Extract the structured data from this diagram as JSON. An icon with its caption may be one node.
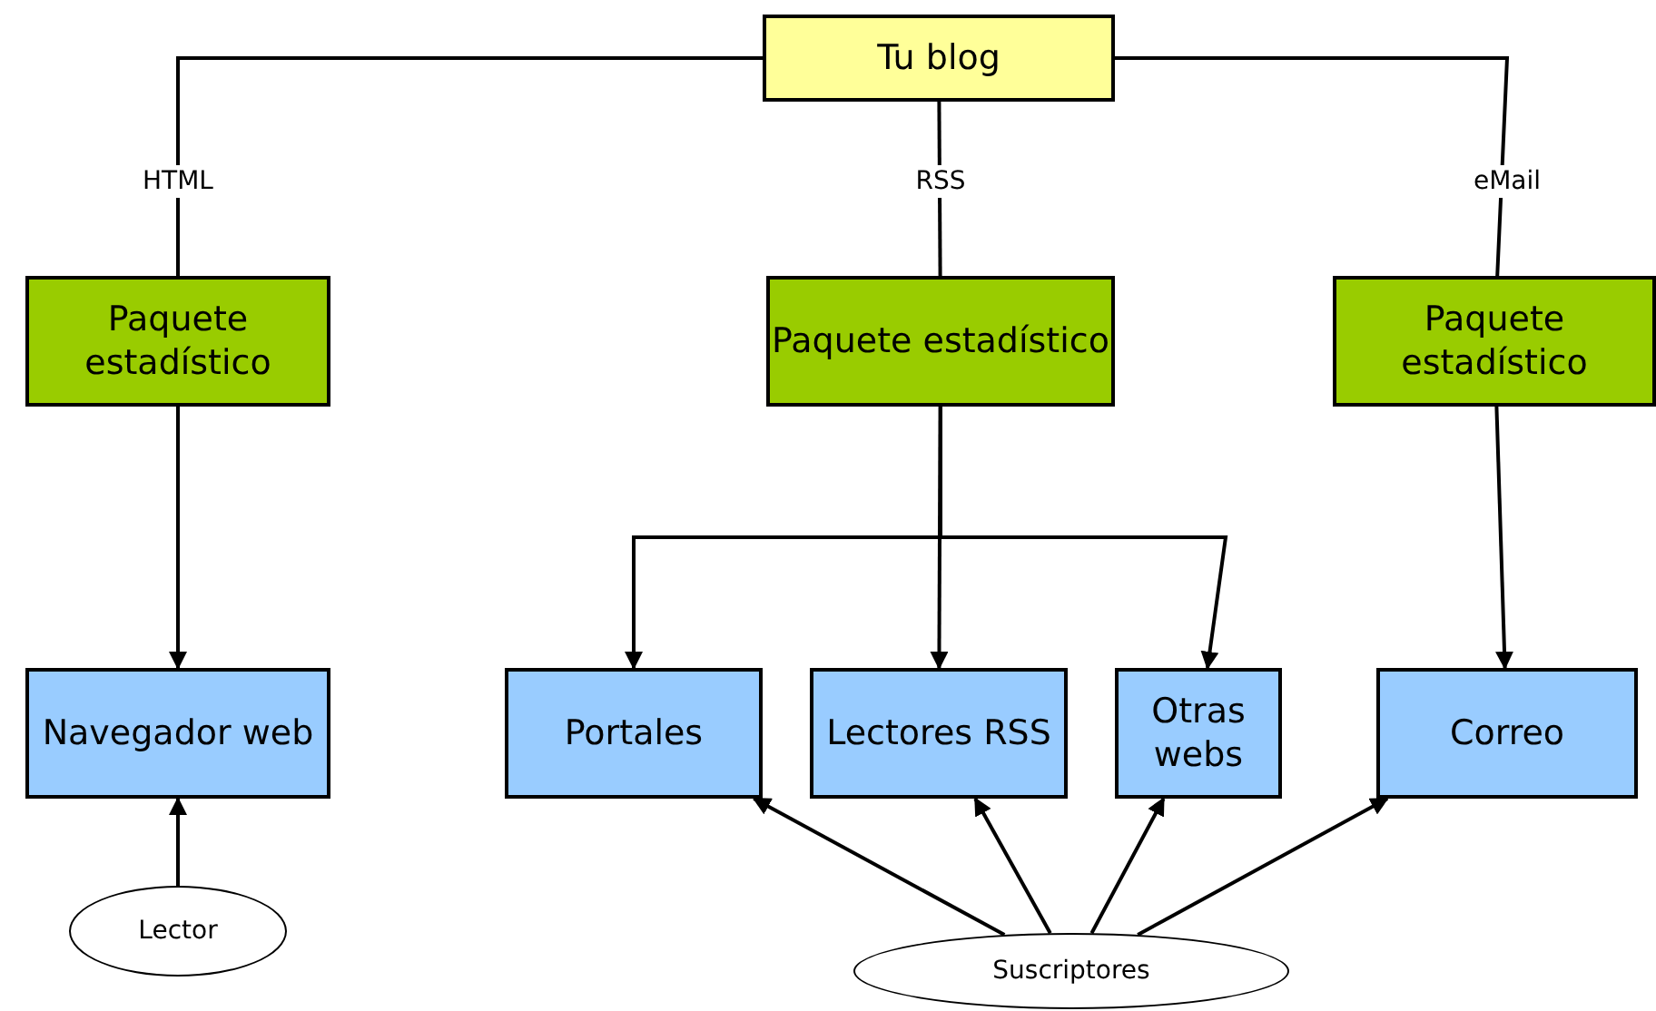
{
  "diagram": {
    "nodes": [
      {
        "text": [
          "Tu blog"
        ]
      },
      {
        "text": [
          "Paquete estadístico"
        ]
      },
      {
        "text": [
          "Paquete estadístico"
        ]
      },
      {
        "text": [
          "Paquete estadístico"
        ]
      },
      {
        "text": [
          "Navegador web"
        ]
      },
      {
        "text": [
          "Portales"
        ]
      },
      {
        "text": [
          "Lectores RSS"
        ]
      },
      {
        "text": [
          "Otras webs"
        ]
      },
      {
        "text": [
          "Correo"
        ]
      },
      {
        "text": [
          "Lector"
        ]
      },
      {
        "text": [
          "Suscriptores"
        ]
      }
    ],
    "edges": [
      {
        "from": 0,
        "to": 1,
        "arrow": "none",
        "label": "HTML"
      },
      {
        "from": 0,
        "to": 2,
        "arrow": "none",
        "label": "RSS"
      },
      {
        "from": 0,
        "to": 3,
        "arrow": "none",
        "label": "eMail"
      },
      {
        "from": 1,
        "to": 4,
        "arrow": "to"
      },
      {
        "from": 2,
        "to": 5,
        "arrow": "to"
      },
      {
        "from": 2,
        "to": 6,
        "arrow": "to"
      },
      {
        "from": 2,
        "to": 7,
        "arrow": "to"
      },
      {
        "from": 3,
        "to": 8,
        "arrow": "to"
      },
      {
        "from": 9,
        "to": 4,
        "arrow": "to"
      },
      {
        "from": 10,
        "to": 5,
        "arrow": "to"
      },
      {
        "from": 10,
        "to": 6,
        "arrow": "to"
      },
      {
        "from": 10,
        "to": 7,
        "arrow": "to"
      },
      {
        "from": 10,
        "to": 8,
        "arrow": "to"
      }
    ]
  }
}
